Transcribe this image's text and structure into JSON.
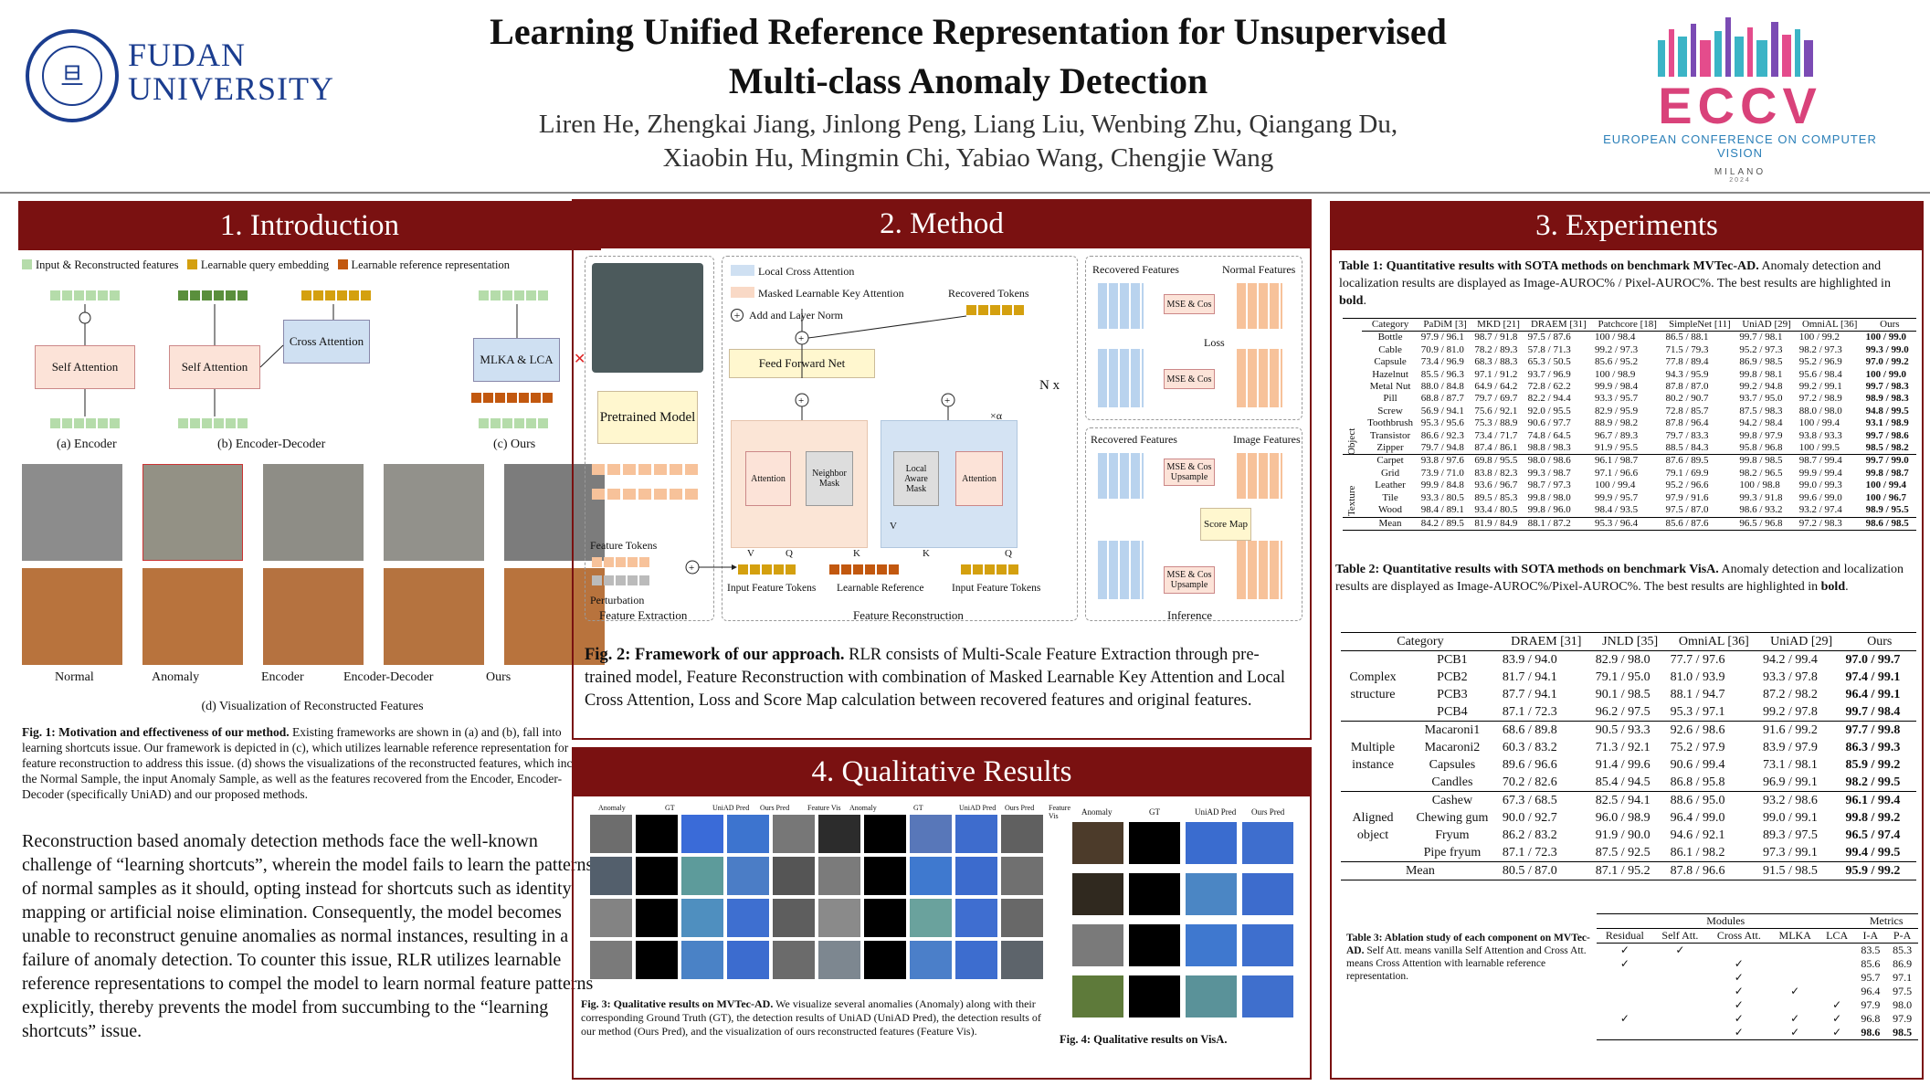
{
  "header": {
    "title_line1": "Learning Unified Reference Representation for Unsupervised",
    "title_line2": "Multi-class Anomaly Detection",
    "authors_line1": "Liren He, Zhengkai Jiang, Jinlong Peng, Liang Liu, Wenbing Zhu, Qiangang Du,",
    "authors_line2": "Xiaobin Hu, Mingmin Chi, Yabiao Wang, Chengjie Wang",
    "fudan_line1": "FUDAN",
    "fudan_line2": "UNIVERSITY",
    "eccv_logo": "ECCV",
    "eccv_sub": "EUROPEAN CONFERENCE ON COMPUTER VISION",
    "eccv_city": "MILANO",
    "eccv_year": "2024"
  },
  "intro": {
    "banner": "1. Introduction",
    "legend": [
      "Input & Reconstructed features",
      "Learnable query embedding",
      "Learnable reference representation"
    ],
    "blocks": {
      "self_attn": "Self Attention",
      "cross_attn": "Cross Attention",
      "mlka": "MLKA & LCA"
    },
    "subcaps": [
      "(a) Encoder",
      "(b) Encoder-Decoder",
      "(c) Ours"
    ],
    "vis_labels": [
      "Normal",
      "Anomaly",
      "Encoder",
      "Encoder-Decoder",
      "Ours"
    ],
    "vis_caption": "(d) Visualization of Reconstructed Features",
    "fig_label": "Fig. 1: Motivation and effectiveness of our method.",
    "fig_text": "Existing frameworks are shown in (a) and (b), fall into learning shortcuts issue. Our framework is depicted in (c), which utilizes learnable reference representation for feature reconstruction to address this issue. (d) shows the visualizations of the reconstructed features, which includes the Normal Sample, the input Anomaly Sample, as well as the features recovered from the Encoder, Encoder-Decoder (specifically UniAD) and our proposed methods.",
    "body": "Reconstruction based anomaly detection methods face the well-known challenge of “learning shortcuts”, wherein the model fails to learn the patterns of normal samples as it should, opting instead for shortcuts such as identity mapping or artificial noise elimination. Consequently, the model becomes unable to reconstruct genuine anomalies as normal instances, resulting in a failure of anomaly detection. To counter this issue, RLR utilizes learnable reference representations to compel the model to learn normal feature patterns explicitly, thereby prevents the model from succumbing to the “learning shortcuts” issue."
  },
  "method": {
    "banner": "2. Method",
    "legend": [
      "Local Cross Attention",
      "Masked Learnable Key Attention",
      "Add and Layer Norm"
    ],
    "labels": {
      "pretrained": "Pretrained Model",
      "feature_tokens": "Feature Tokens",
      "perturbation": "Perturbation",
      "feature_extraction": "Feature Extraction",
      "ffn": "Feed Forward Net",
      "recovered_tokens": "Recovered Tokens",
      "nx": "N x",
      "alpha": "×α",
      "attention": "Attention",
      "neighbor_mask": "Neighbor Mask",
      "local_aware_mask": "Local Aware Mask",
      "input_tokens": "Input Feature Tokens",
      "learnable_ref": "Learnable Reference",
      "feature_recon": "Feature Reconstruction",
      "recovered_features": "Recovered Features",
      "normal_features": "Normal Features",
      "image_features": "Image Features",
      "mse_cos": "MSE & Cos",
      "mse_cos_up": "MSE & Cos Upsample",
      "loss": "Loss",
      "score_map": "Score Map",
      "inference": "Inference",
      "v": "V",
      "q": "Q",
      "k": "K"
    },
    "fig_label": "Fig. 2: Framework of our approach.",
    "fig_text": "RLR consists of Multi-Scale Feature Extraction through pre-trained model, Feature Reconstruction with combination of Masked Learnable Key Attention and Local Cross Attention, Loss and Score Map calculation between recovered features and original features."
  },
  "qual": {
    "banner": "4. Qualitative Results",
    "col_mvtec": [
      "Anomaly",
      "GT",
      "UniAD Pred",
      "Ours Pred",
      "Feature Vis"
    ],
    "col_visa": [
      "Anomaly",
      "GT",
      "UniAD Pred",
      "Ours Pred"
    ],
    "fig3_label": "Fig. 3: Qualitative results on MVTec-AD.",
    "fig3_text": "We visualize several anomalies (Anomaly) along with their corresponding Ground Truth (GT), the detection results of UniAD (UniAD Pred), the detection results of our method (Ours Pred), and the visualization of ours reconstructed features (Feature Vis).",
    "fig4_label": "Fig. 4: Qualitative results on VisA."
  },
  "exp": {
    "banner": "3. Experiments",
    "t1_label": "Table 1: Quantitative results with SOTA methods on benchmark MVTec-AD.",
    "t1_text": "Anomaly detection and localization results are displayed as Image-AUROC% / Pixel-AUROC%. The best results are highlighted in",
    "t1_bold": "bold",
    "t1_head": [
      "Category",
      "PaDiM [3]",
      "MKD [21]",
      "DRAEM [31]",
      "Patchcore [18]",
      "SimpleNet [11]",
      "UniAD [29]",
      "OmniAL [36]",
      "Ours"
    ],
    "t1_group_object": "Object",
    "t1_group_texture": "Texture",
    "t1_rows": [
      [
        "Bottle",
        "97.9 / 96.1",
        "98.7 / 91.8",
        "97.5 / 87.6",
        "100 / 98.4",
        "86.5 / 88.1",
        "99.7 / 98.1",
        "100 / 99.2",
        "100 / 99.0"
      ],
      [
        "Cable",
        "70.9 / 81.0",
        "78.2 / 89.3",
        "57.8 / 71.3",
        "99.2 / 97.3",
        "71.5 / 79.3",
        "95.2 / 97.3",
        "98.2 / 97.3",
        "99.3 / 99.0"
      ],
      [
        "Capsule",
        "73.4 / 96.9",
        "68.3 / 88.3",
        "65.3 / 50.5",
        "85.6 / 95.2",
        "77.8 / 89.4",
        "86.9 / 98.5",
        "95.2 / 96.9",
        "97.0 / 99.2"
      ],
      [
        "Hazelnut",
        "85.5 / 96.3",
        "97.1 / 91.2",
        "93.7 / 96.9",
        "100 / 98.9",
        "94.3 / 95.9",
        "99.8 / 98.1",
        "95.6 / 98.4",
        "100 / 99.0"
      ],
      [
        "Metal Nut",
        "88.0 / 84.8",
        "64.9 / 64.2",
        "72.8 / 62.2",
        "99.9 / 98.4",
        "87.8 / 87.0",
        "99.2 / 94.8",
        "99.2 / 99.1",
        "99.7 / 98.3"
      ],
      [
        "Pill",
        "68.8 / 87.7",
        "79.7 / 69.7",
        "82.2 / 94.4",
        "93.3 / 95.7",
        "80.2 / 90.7",
        "93.7 / 95.0",
        "97.2 / 98.9",
        "98.9 / 98.3"
      ],
      [
        "Screw",
        "56.9 / 94.1",
        "75.6 / 92.1",
        "92.0 / 95.5",
        "82.9 / 95.9",
        "72.8 / 85.7",
        "87.5 / 98.3",
        "88.0 / 98.0",
        "94.8 / 99.5"
      ],
      [
        "Toothbrush",
        "95.3 / 95.6",
        "75.3 / 88.9",
        "90.6 / 97.7",
        "88.9 / 98.2",
        "87.8 / 96.4",
        "94.2 / 98.4",
        "100 / 99.4",
        "93.1 / 98.9"
      ],
      [
        "Transistor",
        "86.6 / 92.3",
        "73.4 / 71.7",
        "74.8 / 64.5",
        "96.7 / 89.3",
        "79.7 / 83.3",
        "99.8 / 97.9",
        "93.8 / 93.3",
        "99.7 / 98.6"
      ],
      [
        "Zipper",
        "79.7 / 94.8",
        "87.4 / 86.1",
        "98.8 / 98.3",
        "91.9 / 95.5",
        "88.5 / 84.3",
        "95.8 / 96.8",
        "100 / 99.5",
        "98.5 / 98.2"
      ],
      [
        "Carpet",
        "93.8 / 97.6",
        "69.8 / 95.5",
        "98.0 / 98.6",
        "96.1 / 98.7",
        "87.6 / 89.5",
        "99.8 / 98.5",
        "98.7 / 99.4",
        "99.7 / 99.0"
      ],
      [
        "Grid",
        "73.9 / 71.0",
        "83.8 / 82.3",
        "99.3 / 98.7",
        "97.1 / 96.6",
        "79.1 / 69.9",
        "98.2 / 96.5",
        "99.9 / 99.4",
        "99.8 / 98.7"
      ],
      [
        "Leather",
        "99.9 / 84.8",
        "93.6 / 96.7",
        "98.7 / 97.3",
        "100 / 99.4",
        "95.2 / 96.6",
        "100 / 98.8",
        "99.0 / 99.3",
        "100 / 99.4"
      ],
      [
        "Tile",
        "93.3 / 80.5",
        "89.5 / 85.3",
        "99.8 / 98.0",
        "99.9 / 95.7",
        "97.9 / 91.6",
        "99.3 / 91.8",
        "99.6 / 99.0",
        "100 / 96.7"
      ],
      [
        "Wood",
        "98.4 / 89.1",
        "93.4 / 80.5",
        "99.8 / 96.0",
        "98.4 / 93.5",
        "97.5 / 87.0",
        "98.6 / 93.2",
        "93.2 / 97.4",
        "98.9 / 95.5"
      ],
      [
        "Mean",
        "84.2 / 89.5",
        "81.9 / 84.9",
        "88.1 / 87.2",
        "95.3 / 96.4",
        "85.6 / 87.6",
        "96.5 / 96.8",
        "97.2 / 98.3",
        "98.6 / 98.5"
      ]
    ],
    "t2_label": "Table 2: Quantitative results with SOTA methods on benchmark VisA.",
    "t2_text": "Anomaly detection and localization results are displayed as Image-AUROC%/Pixel-AUROC%. The best results are highlighted in",
    "t2_bold": "bold",
    "t2_head": [
      "Category",
      "DRAEM [31]",
      "JNLD [35]",
      "OmniAL [36]",
      "UniAD [29]",
      "Ours"
    ],
    "t2_groups": [
      {
        "name": "Complex structure",
        "rows": [
          [
            "PCB1",
            "83.9 / 94.0",
            "82.9 / 98.0",
            "77.7 / 97.6",
            "94.2 / 99.4",
            "97.0 / 99.7"
          ],
          [
            "PCB2",
            "81.7 / 94.1",
            "79.1 / 95.0",
            "81.0 / 93.9",
            "93.3 / 97.8",
            "97.4 / 99.1"
          ],
          [
            "PCB3",
            "87.7 / 94.1",
            "90.1 / 98.5",
            "88.1 / 94.7",
            "87.2 / 98.2",
            "96.4 / 99.1"
          ],
          [
            "PCB4",
            "87.1 / 72.3",
            "96.2 / 97.5",
            "95.3 / 97.1",
            "99.2 / 97.8",
            "99.7 / 98.4"
          ]
        ]
      },
      {
        "name": "Multiple instance",
        "rows": [
          [
            "Macaroni1",
            "68.6 / 89.8",
            "90.5 / 93.3",
            "92.6 / 98.6",
            "91.6 / 99.2",
            "97.7 / 99.8"
          ],
          [
            "Macaroni2",
            "60.3 / 83.2",
            "71.3 / 92.1",
            "75.2 / 97.9",
            "83.9 / 97.9",
            "86.3 / 99.3"
          ],
          [
            "Capsules",
            "89.6 / 96.6",
            "91.4 / 99.6",
            "90.6 / 99.4",
            "73.1 / 98.1",
            "85.9 / 99.2"
          ],
          [
            "Candles",
            "70.2 / 82.6",
            "85.4 / 94.5",
            "86.8 / 95.8",
            "96.9 / 99.1",
            "98.2 / 99.5"
          ]
        ]
      },
      {
        "name": "Aligned object",
        "rows": [
          [
            "Cashew",
            "67.3 / 68.5",
            "82.5 / 94.1",
            "88.6 / 95.0",
            "93.2 / 98.6",
            "96.1 / 99.4"
          ],
          [
            "Chewing gum",
            "90.0 / 92.7",
            "96.0 / 98.9",
            "96.4 / 99.0",
            "99.0 / 99.1",
            "99.8 / 99.2"
          ],
          [
            "Fryum",
            "86.2 / 83.2",
            "91.9 / 90.0",
            "94.6 / 92.1",
            "89.3 / 97.5",
            "96.5 / 97.4"
          ],
          [
            "Pipe fryum",
            "87.1 / 72.3",
            "87.5 / 92.5",
            "86.1 / 98.2",
            "97.3 / 99.1",
            "99.4 / 99.5"
          ]
        ]
      }
    ],
    "t2_mean": [
      "Mean",
      "80.5 / 87.0",
      "87.1 / 95.2",
      "87.8 / 96.6",
      "91.5 / 98.5",
      "95.9 / 99.2"
    ],
    "t3_label": "Table 3: Ablation study of each component on MVTec-AD.",
    "t3_text": "Self Att. means vanilla Self Attention and Cross Att. means Cross Attention with learnable reference representation.",
    "t3_group_modules": "Modules",
    "t3_group_metrics": "Metrics",
    "t3_head": [
      "Residual",
      "Self Att.",
      "Cross Att.",
      "MLKA",
      "LCA",
      "I-A",
      "P-A"
    ],
    "t3_rows": [
      [
        "✓",
        "✓",
        "",
        "",
        "",
        "83.5",
        "85.3"
      ],
      [
        "✓",
        "",
        "✓",
        "",
        "",
        "85.6",
        "86.9"
      ],
      [
        "",
        "",
        "✓",
        "",
        "",
        "95.7",
        "97.1"
      ],
      [
        "",
        "",
        "✓",
        "✓",
        "",
        "96.4",
        "97.5"
      ],
      [
        "",
        "",
        "✓",
        "",
        "✓",
        "97.9",
        "98.0"
      ],
      [
        "✓",
        "",
        "✓",
        "✓",
        "✓",
        "96.8",
        "97.9"
      ],
      [
        "",
        "",
        "✓",
        "✓",
        "✓",
        "98.6",
        "98.5"
      ]
    ]
  }
}
